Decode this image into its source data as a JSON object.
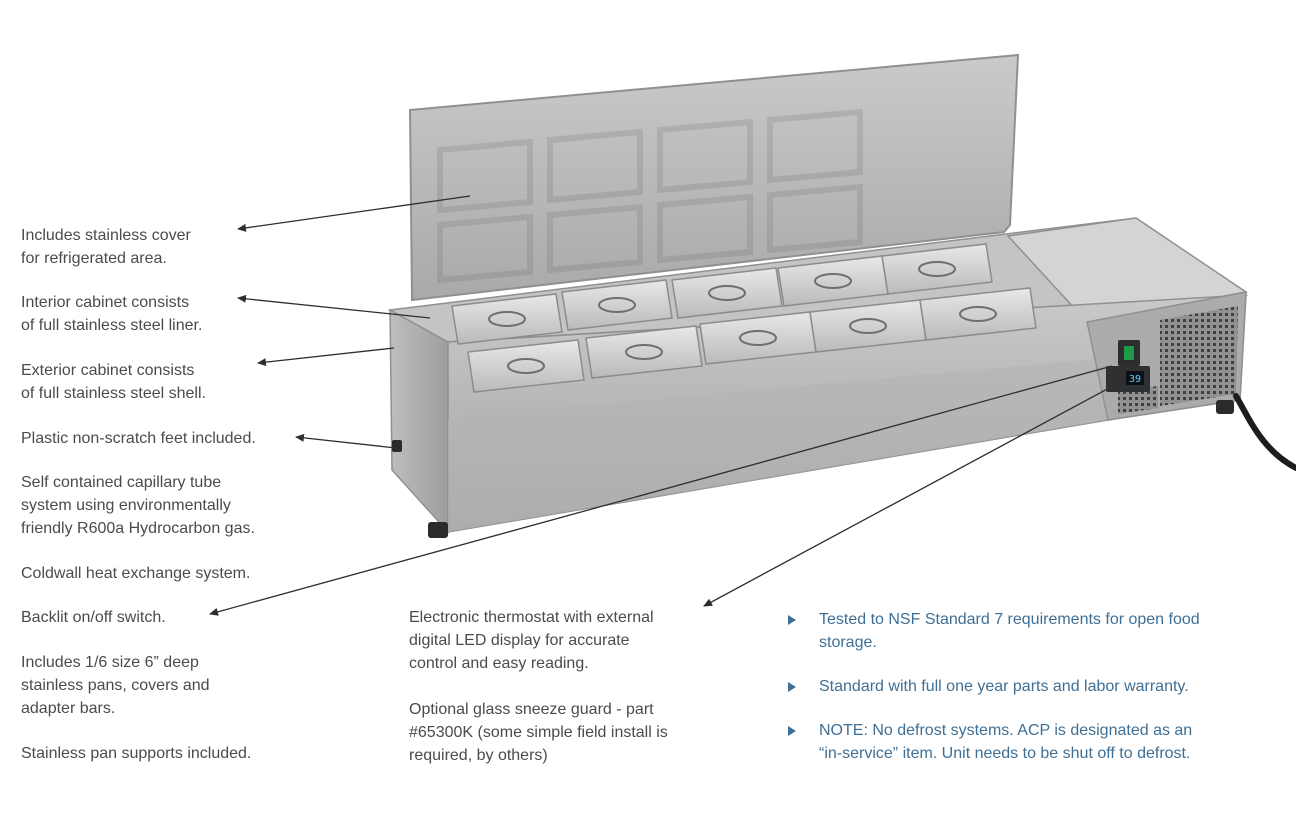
{
  "left_features": [
    {
      "lines": [
        "Includes stainless cover",
        "for refrigerated area."
      ]
    },
    {
      "lines": [
        "Interior cabinet consists",
        "of full stainless steel liner."
      ]
    },
    {
      "lines": [
        "Exterior cabinet consists",
        "of full stainless steel shell."
      ]
    },
    {
      "lines": [
        "Plastic non-scratch feet included."
      ]
    },
    {
      "lines": [
        "Self contained capillary tube",
        "system using environmentally",
        "friendly R600a Hydrocarbon gas."
      ]
    },
    {
      "lines": [
        "Coldwall heat exchange system."
      ]
    },
    {
      "lines": [
        "Backlit on/off switch."
      ]
    },
    {
      "lines": [
        "Includes 1/6 size 6” deep",
        "stainless pans, covers and",
        "adapter bars."
      ]
    },
    {
      "lines": [
        "Stainless pan supports included."
      ]
    }
  ],
  "middle_features": [
    {
      "lines": [
        "Electronic thermostat with external",
        "digital LED display for accurate",
        "control and easy reading."
      ]
    },
    {
      "lines": [
        "Optional glass sneeze guard - part",
        "#65300K (some simple field install is",
        "required, by others)"
      ]
    }
  ],
  "bullets": [
    {
      "lines": [
        "Tested to NSF Standard 7 requirements for open food",
        "storage."
      ]
    },
    {
      "lines": [
        "Standard with full one year parts and labor warranty."
      ]
    },
    {
      "lines": [
        "NOTE: No defrost systems. ACP is designated as an",
        "“in-service” item. Unit needs to be shut off to defrost."
      ]
    }
  ],
  "display": {
    "reading": "39"
  },
  "colors": {
    "text": "#4b4b4b",
    "bullet": "#3f6f95",
    "steel": "#b8b9bb",
    "switch": "#1f9a4a",
    "led": "#5ad0ff"
  }
}
